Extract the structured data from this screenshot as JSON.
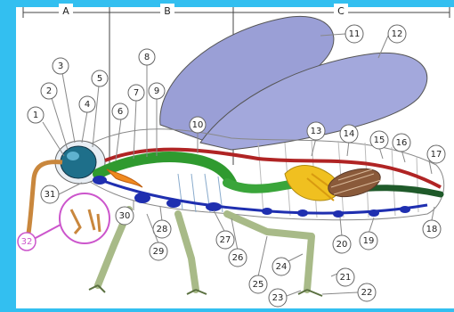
{
  "sections": [
    "A",
    "B",
    "C"
  ],
  "labels": [
    "1",
    "2",
    "3",
    "4",
    "5",
    "6",
    "7",
    "8",
    "9",
    "10",
    "11",
    "12",
    "13",
    "14",
    "15",
    "16",
    "17",
    "18",
    "19",
    "20",
    "21",
    "22",
    "23",
    "24",
    "25",
    "26",
    "27",
    "28",
    "29",
    "30",
    "31",
    "32"
  ],
  "colors": {
    "background": "#33bff0",
    "panel": "#ffffff",
    "wing": "#9a9fd6",
    "heart": "#b02424",
    "gut": "#2f9a2f",
    "nerve_cord": "#1f2fb0",
    "egg_mass": "#8a5a3a",
    "ovary": "#f0c020",
    "legs": "#a8ba88",
    "mouthparts_circle": "#cc55cc"
  }
}
